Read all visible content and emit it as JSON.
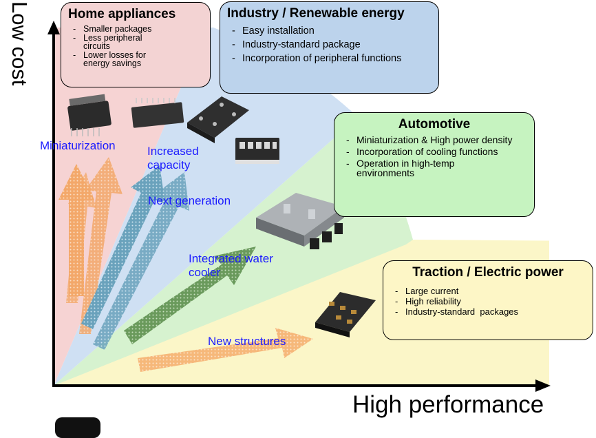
{
  "axes": {
    "y_label": "Low cost",
    "x_label": "High performance"
  },
  "segments": [
    {
      "name": "home-appliances",
      "color": "#f6d3d3"
    },
    {
      "name": "industry",
      "color": "#cfe0f3"
    },
    {
      "name": "automotive",
      "color": "#d6f2cf"
    },
    {
      "name": "traction",
      "color": "#fbf6c8"
    }
  ],
  "boxes": {
    "home": {
      "title": "Home appliances",
      "color": "#f3d3d3",
      "items": [
        "Smaller packages",
        "Less peripheral circuits",
        "Lower losses for energy savings"
      ]
    },
    "industry": {
      "title": "Industry / Renewable energy",
      "color": "#bcd3ec",
      "items": [
        "Easy installation",
        "Industry-standard package",
        "Incorporation of peripheral functions"
      ]
    },
    "automotive": {
      "title": "Automotive",
      "color": "#c6f3c0",
      "items": [
        "Miniaturization & High power density",
        "Incorporation of cooling functions",
        "Operation in high-temp environments"
      ]
    },
    "traction": {
      "title": "Traction / Electric power",
      "color": "#fdf6c6",
      "items": [
        "Large current",
        "High reliability",
        "Industry-standard  packages"
      ]
    }
  },
  "trends": {
    "miniaturization": "Miniaturization",
    "increased_capacity": "Increased capacity",
    "next_generation": "Next generation",
    "integrated_water_cooler": "Integrated water cooler",
    "new_structures": "New structures"
  },
  "arrow_colors": {
    "orange": "#f3a86a",
    "teal": "#6aa2bc",
    "green": "#6a9a5c",
    "light_orange": "#f6b87a"
  }
}
